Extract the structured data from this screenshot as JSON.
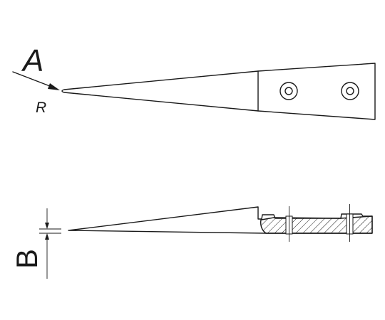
{
  "labels": {
    "a": "A",
    "r": "R",
    "b": "B"
  },
  "colors": {
    "line": "#1a1a1a",
    "background": "#ffffff"
  }
}
